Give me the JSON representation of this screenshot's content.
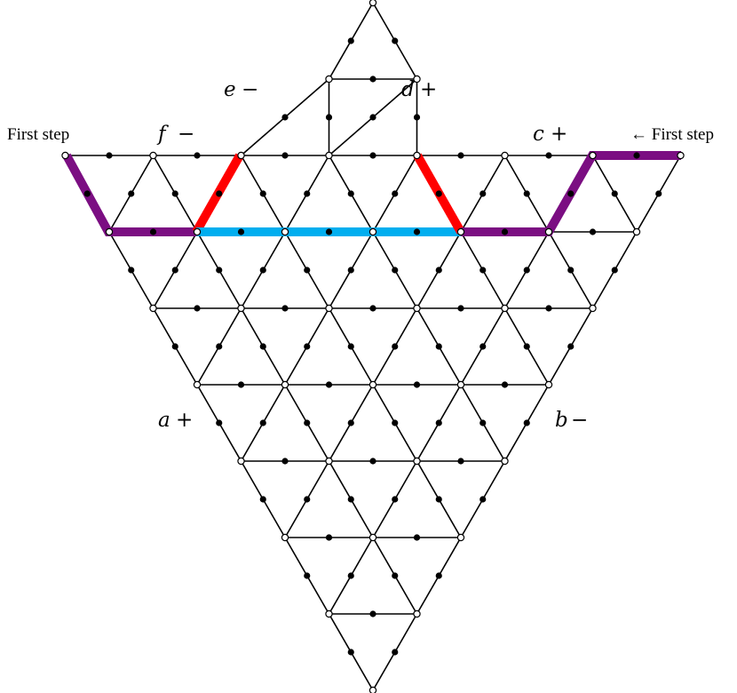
{
  "labels": {
    "first_step_left": "First step",
    "first_step_right": "← First step",
    "f_letter": "f",
    "f_sign": "−",
    "e_letter": "e",
    "e_sign": "−",
    "d_letter": "d",
    "d_sign": "+",
    "c_letter": "c",
    "c_sign": "+",
    "a_letter": "a",
    "a_sign": "+",
    "b_letter": "b",
    "b_sign": "−"
  },
  "colors": {
    "lattice_edge": "#000000",
    "vertex_fill": "#ffffff",
    "midpoint_dot": "#000000",
    "path_purple": "#7b0e82",
    "path_red": "#ff0000",
    "path_blue": "#00aeef"
  },
  "diagram": {
    "shape": "inverted triangular lattice with small triangle on top",
    "open_circles": "lattice vertices",
    "filled_dots": "edge midpoints"
  }
}
